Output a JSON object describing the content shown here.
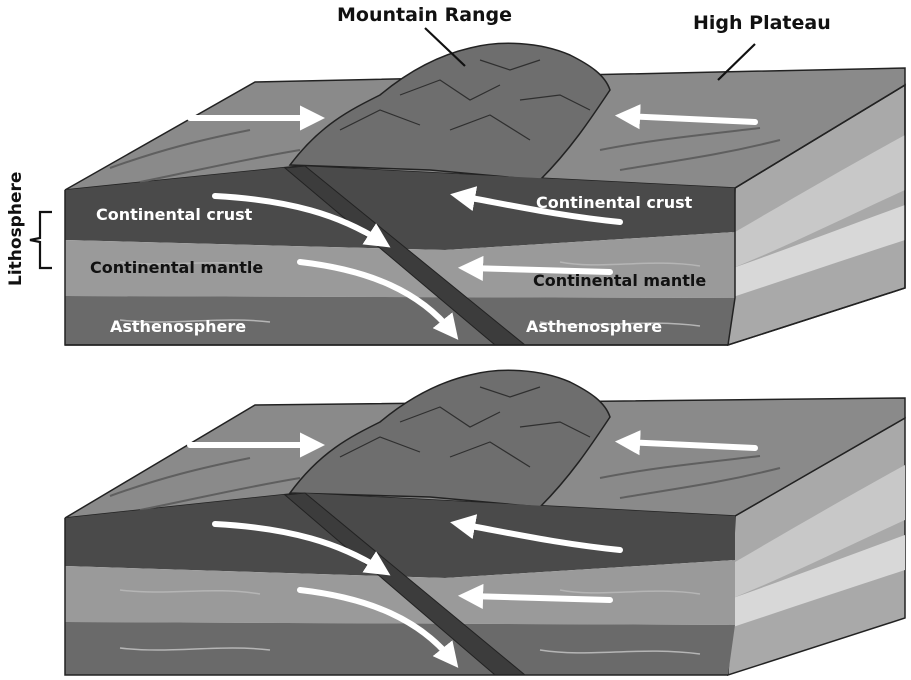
{
  "labels": {
    "mountain_range": "Mountain Range",
    "high_plateau": "High Plateau",
    "lithosphere": "Lithosphere",
    "continental_crust_left": "Continental crust",
    "continental_crust_right": "Continental crust",
    "continental_mantle_left": "Continental mantle",
    "continental_mantle_right": "Continental mantle",
    "asthenosphere_left": "Asthenosphere",
    "asthenosphere_right": "Asthenosphere"
  },
  "colors": {
    "surface": "#8a8a8a",
    "surface_dark": "#5f5f5f",
    "mountain": "#6e6e6e",
    "crust": "#4a4a4a",
    "mantle": "#9a9a9a",
    "asthenosphere": "#6a6a6a",
    "slab": "#3c3c3c",
    "side_light": "#c8c8c8",
    "side_mid": "#a9a9a9",
    "arrow": "#ffffff",
    "outline": "#222222"
  }
}
